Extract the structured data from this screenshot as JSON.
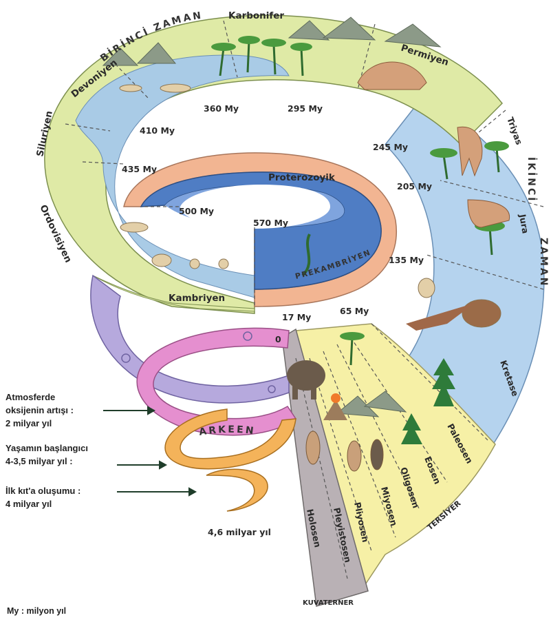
{
  "eras": {
    "birinci_zaman": "BİRİNCİ ZAMAN",
    "ikinci": "İKİNCİ",
    "zaman": "ZAMAN",
    "prekambriyen": "PREKAMBRİYEN",
    "arkeen": "ARKEEN",
    "tersiyer": "TERSİYER",
    "kuvaterner": "KUVATERNER"
  },
  "periods": {
    "karbonifer": "Karbonifer",
    "permiyen": "Permiyen",
    "devoniyen": "Devoniyen",
    "siluriyen": "Siluriyen",
    "ordovisiyen": "Ordovisiyen",
    "kambriyen": "Kambriyen",
    "proterozoyik": "Proterozoyik",
    "triyas": "Triyas",
    "jura": "Jura",
    "kretase": "Kretase",
    "paleosen": "Paleosen",
    "eosen": "Eosen",
    "oligosen": "Oligosen",
    "miyosen": "Miyosen",
    "pliyosen": "Pliyosen",
    "pleyistosen": "Pleyistosen",
    "holosen": "Holosen"
  },
  "ages": {
    "a360": "360 My",
    "a295": "295 My",
    "a410": "410 My",
    "a245": "245 My",
    "a435": "435 My",
    "a205": "205 My",
    "a500": "500 My",
    "a570": "570 My",
    "a135": "135 My",
    "a65": "65 My",
    "a17": "17 My",
    "a0": "0",
    "a46": "4,6 milyar yıl"
  },
  "notes": {
    "oxygen_1": "Atmosferde",
    "oxygen_2": "oksijenin artışı :",
    "oxygen_3": "2 milyar yıl",
    "life_1": "Yaşamın başlangıcı",
    "life_2": "4-3,5 milyar yıl :",
    "crust_1": "İlk kıt'a oluşumu :",
    "crust_2": "4 milyar yıl",
    "legend": "My : milyon yıl"
  },
  "colors": {
    "paleozoic": "#dfeaa6",
    "paleozoic_sea": "#a9cbe6",
    "mesozoic": "#b5d3ee",
    "tertiary": "#f6f0a6",
    "quaternary": "#b9b1b5",
    "precambrian": "#f2b592",
    "proterozoic": "#4f7dc4",
    "archean_purple": "#b6a9dd",
    "archean_pink": "#e58fcf",
    "archean_orange": "#f4b35a"
  }
}
